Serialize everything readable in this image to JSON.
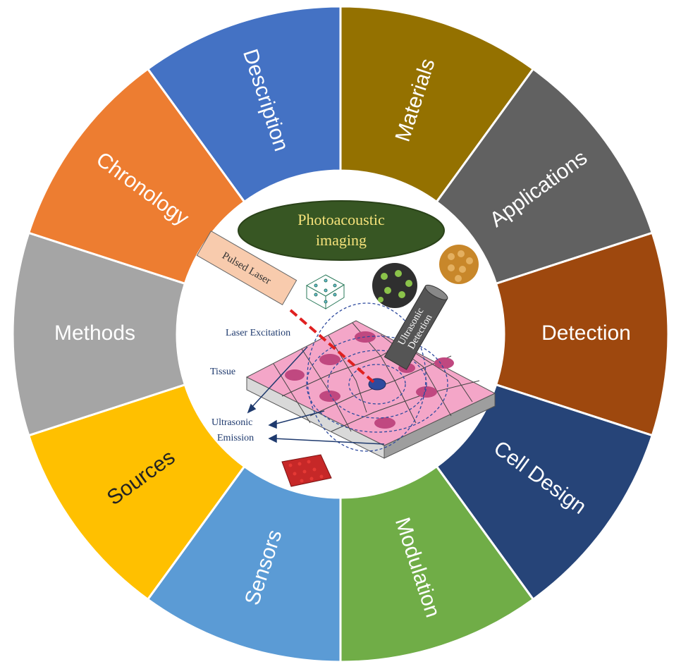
{
  "segments": [
    {
      "label": "Description",
      "color": "#4472C4",
      "text_color": "#ffffff"
    },
    {
      "label": "Materials",
      "color": "#947100",
      "text_color": "#ffffff"
    },
    {
      "label": "Applications",
      "color": "#616161",
      "text_color": "#ffffff"
    },
    {
      "label": "Detection",
      "color": "#9E480E",
      "text_color": "#ffffff"
    },
    {
      "label": "Cell Design",
      "color": "#264478",
      "text_color": "#ffffff"
    },
    {
      "label": "Modulation",
      "color": "#70AD47",
      "text_color": "#ffffff"
    },
    {
      "label": "Sensors",
      "color": "#5B9BD5",
      "text_color": "#ffffff"
    },
    {
      "label": "Sources",
      "color": "#FFC000",
      "text_color": "#222222"
    },
    {
      "label": "Methods",
      "color": "#A5A5A5",
      "text_color": "#ffffff"
    },
    {
      "label": "Chronology",
      "color": "#ED7D31",
      "text_color": "#ffffff"
    }
  ],
  "center": {
    "title_line1": "Photoacoustic",
    "title_line2": "imaging",
    "pulsed_laser": "Pulsed Laser",
    "laser_excitation": "Laser Excitation",
    "tissue": "Tissue",
    "ultrasonic_emission_line1": "Ultrasonic",
    "ultrasonic_emission_line2": "Emission",
    "ultrasonic_detection_line1": "Ultrasonic",
    "ultrasonic_detection_line2": "Detection"
  },
  "colors": {
    "title_oval": "#375623",
    "title_text": "#F5E27A",
    "laser_body": "#F8CBAD",
    "laser_beam": "#E02020",
    "tissue": "#F4A6C8",
    "cell_nucleus": "#C04880",
    "target": "#2E4A9E",
    "label_text": "#1F3A6E"
  }
}
